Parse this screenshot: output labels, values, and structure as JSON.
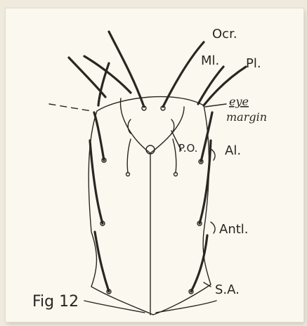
{
  "figure": {
    "label": "Fig 12",
    "labels": {
      "ocr": "Ocr.",
      "ml": "Ml.",
      "pl": "Pl.",
      "eye_top": "eye",
      "eye_bottom": "margin",
      "po": "P.O.",
      "al": "Al.",
      "antl": "Antl.",
      "sa": "S.A."
    }
  }
}
